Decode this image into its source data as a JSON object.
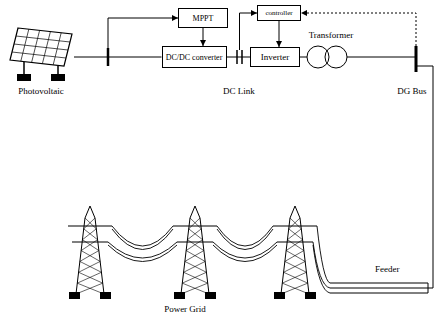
{
  "diagram": {
    "nodes": [
      {
        "text": [
          "Photovoltaic"
        ]
      },
      {
        "text": [
          "MPPT"
        ]
      },
      {
        "text": [
          "DC/DC converter"
        ]
      },
      {
        "text": [
          "controller"
        ]
      },
      {
        "text": [
          "Inverter"
        ]
      },
      {
        "text": [
          "Transformer"
        ]
      },
      {
        "text": [
          "DG Bus"
        ]
      },
      {
        "text": [
          "Power Grid"
        ]
      }
    ],
    "edges": [
      {
        "from": 0,
        "to": 2,
        "arrow": "none"
      },
      {
        "from": 0,
        "to": 1,
        "arrow": "to"
      },
      {
        "from": 1,
        "to": 2,
        "arrow": "to"
      },
      {
        "from": 2,
        "to": 4,
        "arrow": "none"
      },
      {
        "from": 3,
        "to": 4,
        "arrow": "to"
      },
      {
        "from": 4,
        "to": 5,
        "arrow": "none"
      },
      {
        "from": 5,
        "to": 6,
        "arrow": "none"
      },
      {
        "from": 6,
        "to": 3,
        "arrow": "to"
      },
      {
        "from": 6,
        "to": 7,
        "arrow": "none"
      }
    ],
    "labels": [
      "DC Link",
      "Feeder"
    ]
  }
}
